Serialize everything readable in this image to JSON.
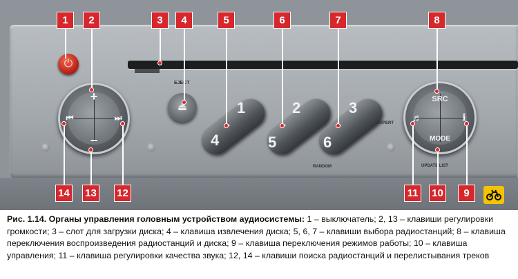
{
  "device": {
    "eject_label": "EJECT",
    "power_symbol": "⏻",
    "eject_symbol": "⏏",
    "volume_plus": "+",
    "volume_minus": "−",
    "seek_back": "⏮",
    "seek_fwd": "⏭",
    "presets": [
      "1",
      "2",
      "3",
      "4",
      "5",
      "6"
    ],
    "random_label": "RANDOM",
    "expert_label": "EXPERT",
    "src_label": "SRC",
    "mode_label": "MODE",
    "update_list_label": "UPDATE LIST",
    "note_symbol": "♬",
    "info_symbol": "i"
  },
  "callouts": [
    "1",
    "2",
    "3",
    "4",
    "5",
    "6",
    "7",
    "8",
    "9",
    "10",
    "11",
    "12",
    "13",
    "14"
  ],
  "caption": {
    "bold": "Рис. 1.14. Органы управления головным устройством аудиосистемы:",
    "text": " 1 – выключатель; 2, 13 – клавиши регулировки громкости; 3 – слот для загрузки диска; 4 – клавиша извлечения диска; 5, 6, 7 – клавиши выбора радиостанций; 8 – клавиша переключения воспроизведения радиостанций и диска; 9 – клавиша переключения режимов работы; 10 – клавиша управления; 11 – клавиша регулировки качества звука; 12, 14 – клавиши поиска радиостанций и перелистывания треков"
  },
  "colors": {
    "callout": "#d6272d",
    "panel": "#a3a8ad",
    "logo": "#f5c400"
  }
}
